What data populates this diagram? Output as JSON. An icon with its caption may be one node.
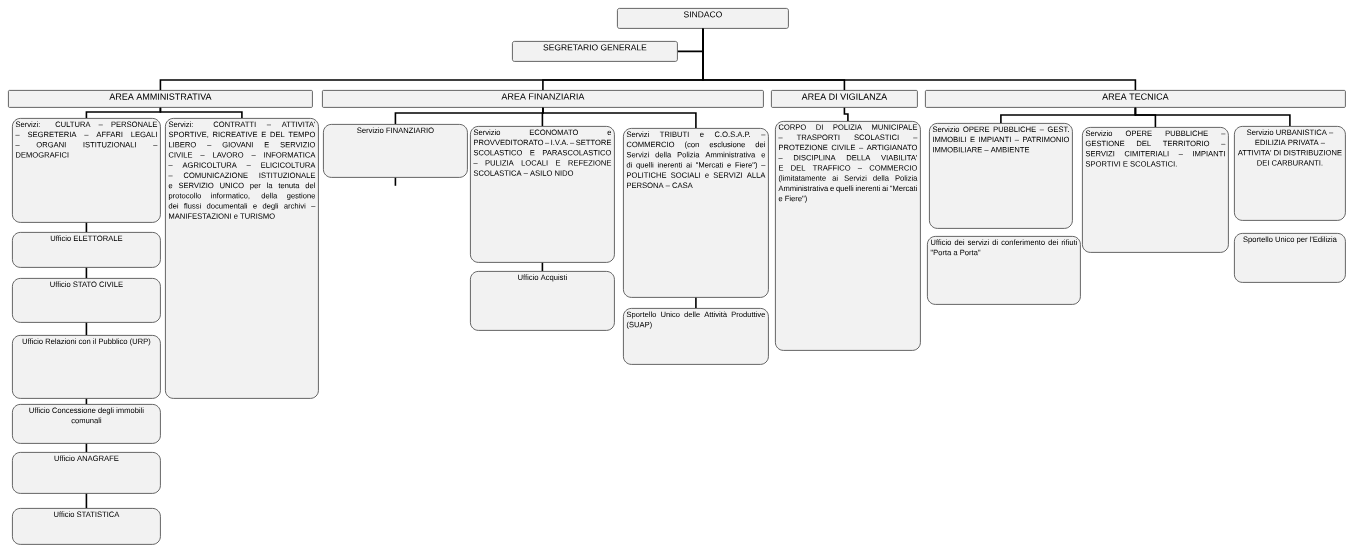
{
  "diagram": {
    "nodes": [
      {
        "text": [
          "SINDACO"
        ]
      },
      {
        "text": [
          "SEGRETARIO GENERALE"
        ]
      },
      {
        "text": [
          "AREA AMMINISTRATIVA"
        ]
      },
      {
        "text": [
          "AREA FINANZIARIA"
        ]
      },
      {
        "text": [
          "AREA DI VIGILANZA"
        ]
      },
      {
        "text": [
          "AREA TECNICA"
        ]
      },
      {
        "text": [
          "Servizi: CULTURA – PERSONALE – SEGRETERIA – AFFARI LEGALI – ORGANI ISTITUZIONALI – DEMOGRAFICI"
        ]
      },
      {
        "text": [
          "Servizi: CONTRATTI – ATTIVITA' SPORTIVE, RICREATIVE E DEL TEMPO LIBERO – GIOVANI E SERVIZIO CIVILE – LAVORO – INFORMATICA – AGRICOLTURA – ELICICOLTURA – COMUNICAZIONE ISTITUZIONALE e SERVIZIO UNICO per la tenuta del protocollo informatico, della gestione dei flussi documentali e degli archivi – MANIFESTAZIONI e TURISMO"
        ]
      },
      {
        "text": [
          "Ufficio ELETTORALE"
        ]
      },
      {
        "text": [
          "Ufficio STATO CIVILE"
        ]
      },
      {
        "text": [
          "Ufficio Relazioni con il Pubblico (URP)"
        ]
      },
      {
        "text": [
          "Ufficio Concessione degli immobili comunali"
        ]
      },
      {
        "text": [
          "Ufficio ANAGRAFE"
        ]
      },
      {
        "text": [
          "Ufficio STATISTICA"
        ]
      },
      {
        "text": [
          "Servizio FINANZIARIO"
        ]
      },
      {
        "text": [
          "Servizio ECONOMATO e PROVVEDITORATO – I.V.A. – SETTORE SCOLASTICO E PARASCOLASTICO – PULIZIA LOCALI E REFEZIONE SCOLASTICA – ASILO NIDO"
        ]
      },
      {
        "text": [
          "Ufficio Acquisti"
        ]
      },
      {
        "text": [
          "Servizi TRIBUTI e C.O.S.A.P. – COMMERCIO (con esclusione dei Servizi della Polizia Amministrativa e di quelli inerenti ai \"Mercati e Fiere\") – POLITICHE SOCIALI e SERVIZI ALLA PERSONA – CASA"
        ]
      },
      {
        "text": [
          "Sportello Unico delle Attività Produttive (SUAP)"
        ]
      },
      {
        "text": [
          "CORPO DI POLIZIA MUNICIPALE – TRASPORTI SCOLASTICI – PROTEZIONE CIVILE – ARTIGIANATO – DISCIPLINA DELLA VIABILITA' E DEL TRAFFICO – COMMERCIO (limitatamente ai Servizi della Polizia Amministrativa e quelli inerenti ai \"Mercati e Fiere\")"
        ]
      },
      {
        "text": [
          "Servizio OPERE PUBBLICHE – GEST. IMMOBILI E IMPIANTI – PATRIMONIO IMMOBILIARE – AMBIENTE"
        ]
      },
      {
        "text": [
          "Ufficio dei servizi di conferimento dei rifiuti \"Porta a Porta\""
        ]
      },
      {
        "text": [
          "Servizio OPERE PUBBLICHE – GESTIONE DEL TERRITORIO – SERVIZI CIMITERIALI – IMPIANTI SPORTIVI E SCOLASTICI."
        ]
      },
      {
        "text": [
          "Servizio URBANISTICA – EDILIZIA PRIVATA – ATTIVITA' DI DISTRIBUZIONE DEI CARBURANTI."
        ]
      },
      {
        "text": [
          "Sportello Unico per l'Edilizia"
        ]
      }
    ],
    "edges": [
      {
        "from": 0,
        "to": 1,
        "arrow": "none"
      },
      {
        "from": 0,
        "to": 2,
        "arrow": "none"
      },
      {
        "from": 0,
        "to": 3,
        "arrow": "none"
      },
      {
        "from": 0,
        "to": 4,
        "arrow": "none"
      },
      {
        "from": 0,
        "to": 5,
        "arrow": "none"
      },
      {
        "from": 2,
        "to": 6,
        "arrow": "none"
      },
      {
        "from": 2,
        "to": 7,
        "arrow": "none"
      },
      {
        "from": 6,
        "to": 8,
        "arrow": "none"
      },
      {
        "from": 8,
        "to": 9,
        "arrow": "none"
      },
      {
        "from": 9,
        "to": 10,
        "arrow": "none"
      },
      {
        "from": 10,
        "to": 11,
        "arrow": "none"
      },
      {
        "from": 11,
        "to": 12,
        "arrow": "none"
      },
      {
        "from": 12,
        "to": 13,
        "arrow": "none"
      },
      {
        "from": 3,
        "to": 14,
        "arrow": "none"
      },
      {
        "from": 3,
        "to": 15,
        "arrow": "none"
      },
      {
        "from": 3,
        "to": 17,
        "arrow": "none"
      },
      {
        "from": 14,
        "to": null,
        "arrow": "none"
      },
      {
        "from": 15,
        "to": 16,
        "arrow": "none"
      },
      {
        "from": 17,
        "to": 18,
        "arrow": "none"
      },
      {
        "from": 4,
        "to": 19,
        "arrow": "none"
      },
      {
        "from": 5,
        "to": 20,
        "arrow": "none"
      },
      {
        "from": 5,
        "to": 22,
        "arrow": "none"
      },
      {
        "from": 5,
        "to": 23,
        "arrow": "none"
      }
    ]
  }
}
